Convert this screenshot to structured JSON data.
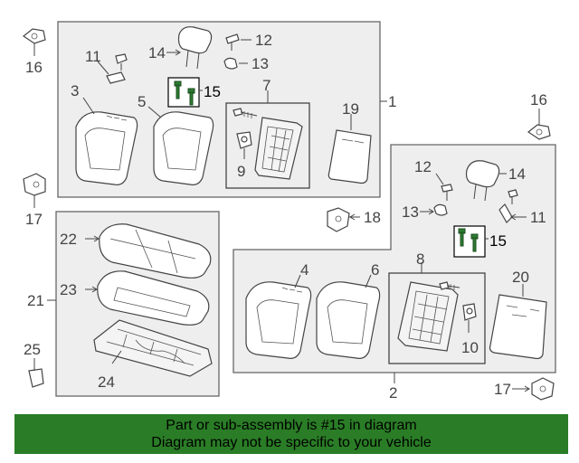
{
  "labels": {
    "l1": "1",
    "l2": "2",
    "l3": "3",
    "l4": "4",
    "l5": "5",
    "l6": "6",
    "l7": "7",
    "l8": "8",
    "l9": "9",
    "l10": "10",
    "l11a": "11",
    "l11b": "11",
    "l12a": "12",
    "l12b": "12",
    "l13a": "13",
    "l13b": "13",
    "l14a": "14",
    "l14b": "14",
    "l15a": "15",
    "l15b": "15",
    "l16a": "16",
    "l16b": "16",
    "l17a": "17",
    "l17b": "17",
    "l18": "18",
    "l19": "19",
    "l20": "20",
    "l21": "21",
    "l22": "22",
    "l23": "23",
    "l24": "24",
    "l25": "25"
  },
  "highlight_part": "15",
  "highlight_color": "#2e7d32",
  "footer": {
    "line1": "Part or sub-assembly is #15 in diagram",
    "line2": "Diagram may not be specific to your vehicle",
    "background": "#2a7d26"
  }
}
